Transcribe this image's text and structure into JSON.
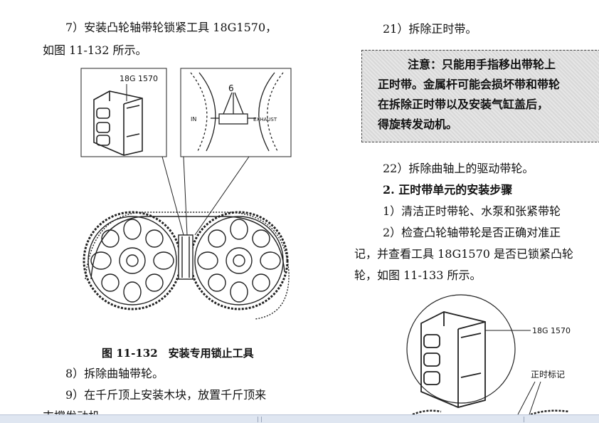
{
  "left": {
    "step7_line1": "7）安装凸轮轴带轮锁紧工具 18G1570，",
    "step7_line2": "如图 11-132 所示。",
    "fig_tool_label": "18G 1570",
    "fig_detail_number": "6",
    "fig_detail_in": "IN",
    "fig_detail_exhaust": "EXHAUST",
    "fig_caption": "图 11-132　安装专用锁止工具",
    "step8": "8）拆除曲轴带轮。",
    "step9_line1": "9）在千斤顶上安装木块，放置千斤顶来",
    "step9_line2": "支撑发动机。"
  },
  "right": {
    "step21": "21）拆除正时带。",
    "note_line1_label": "注意：",
    "note_line1": "只能用手指移出带轮上",
    "note_line2": "正时带。金属杆可能会损坏带和带轮",
    "note_line3": "在拆除正时带以及安装气缸盖后，",
    "note_line4": "得旋转发动机。",
    "step22": "22）拆除曲轴上的驱动带轮。",
    "section2": "2. 正时带单元的安装步骤",
    "step1": "1）清洁正时带轮、水泵和张紧带轮",
    "step2_line1": "2）检查凸轮轴带轮是否正确对准正",
    "step2_line2": "记，并查看工具 18G1570 是否已锁紧凸轮",
    "step2_line3": "轮，如图 11-133 所示。",
    "fig_tool_label": "18G 1570",
    "fig_timing_mark": "正时标记"
  }
}
